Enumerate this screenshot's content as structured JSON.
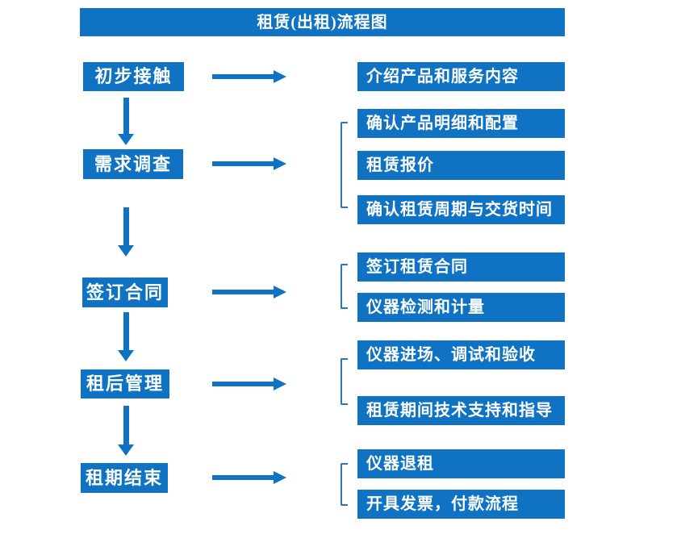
{
  "title": "租赁(出租)流程图",
  "colors": {
    "primary_blue": "#0F72C2",
    "bracket_blue": "#2E75B6",
    "background": "#FFFFFF",
    "text_white": "#FFFFFF"
  },
  "stages": [
    {
      "label": "初步接触",
      "details": [
        "介绍产品和服务内容"
      ]
    },
    {
      "label": "需求调查",
      "details": [
        "确认产品明细和配置",
        "租赁报价",
        "确认租赁周期与交货时间"
      ]
    },
    {
      "label": "签订合同",
      "details": [
        "签订租赁合同",
        "仪器检测和计量"
      ]
    },
    {
      "label": "租后管理",
      "details": [
        "仪器进场、调试和验收",
        "租赁期间技术支持和指导"
      ]
    },
    {
      "label": "租期结束",
      "details": [
        "仪器退租",
        "开具发票，付款流程"
      ]
    }
  ]
}
